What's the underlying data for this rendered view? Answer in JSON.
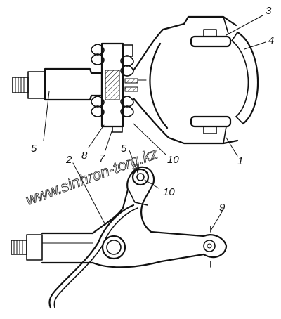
{
  "watermark": "www.sinhron-torg.kz",
  "callouts": {
    "c1": "1",
    "c2": "2",
    "c3": "3",
    "c4": "4",
    "c5_upper": "5",
    "c5_lower": "5",
    "c7": "7",
    "c8": "8",
    "c9": "9",
    "c10_upper": "10",
    "c10_lower": "10"
  }
}
